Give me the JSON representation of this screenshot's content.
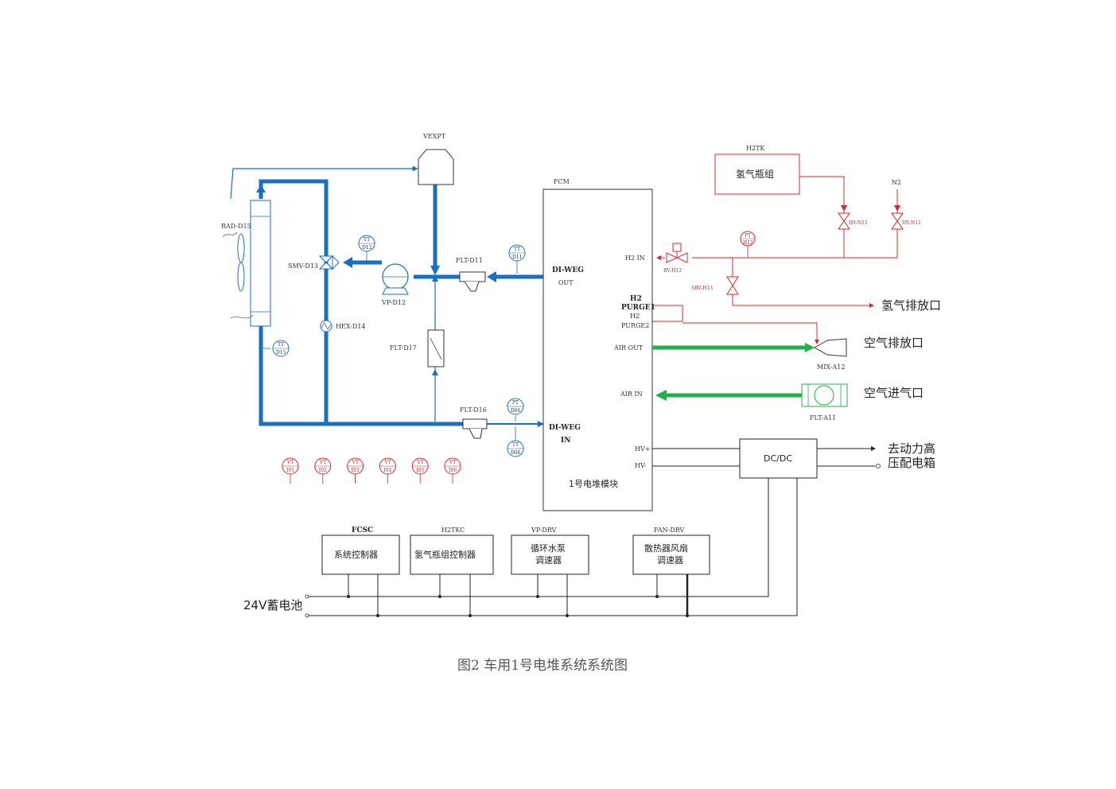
{
  "labels": {
    "vexpt": "VEXPT",
    "fcm": "FCM",
    "h2tk": "H2TK",
    "n2": "N2",
    "h2_bottles": "氢气瓶组",
    "rad": "RAD-D15",
    "smv": "SMV-D13",
    "hex": "HEX-D14",
    "vp": "VP-D12",
    "flt_d11": "FLT-D11",
    "flt_d17": "FLT-D17",
    "flt_d16": "FLT-D16",
    "di_out_1": "DI-WEG",
    "di_out_2": "OUT",
    "di_in_1": "DI-WEG",
    "di_in_2": "IN",
    "h2_in": "H2 IN",
    "h2_purge1_a": "H2",
    "h2_purge1_b": "PURGE1",
    "h2_purge2_a": "H2",
    "h2_purge2_b": "PURGE2",
    "air_out": "AIR OUT",
    "air_in": "AIR IN",
    "hv_plus": "HV+",
    "hv_minus": "HV-",
    "stack_module": "1号电堆模块",
    "bv_h12": "BV-H12",
    "srv_h13": "SRV-H13",
    "hv_n11": "HV-N11",
    "hv_n11b": "HV-N11",
    "mix_a12": "MIX-A12",
    "flt_a11": "FLT-A11",
    "h2_vent": "氢气排放口",
    "air_vent": "空气排放口",
    "air_intake": "空气进气口",
    "dcdc": "DC/DC",
    "power_box_1": "去动力高",
    "power_box_2": "压配电箱",
    "battery": "24V蓄电池",
    "fcsc": "FCSC",
    "h2tkc": "H2TKC",
    "vp_drv": "VP-DRV",
    "fan_drv": "FAN-DRV",
    "sys_ctrl": "系统控制器",
    "h2_ctrl": "氢气瓶组控制器",
    "pump_ctrl_1": "循环水泵",
    "pump_ctrl_2": "调速器",
    "fan_ctrl_1": "散热器风扇",
    "fan_ctrl_2": "调速器",
    "caption": "图2    车用1号电堆系统系统图"
  },
  "gauges": {
    "tt_d12": [
      "TT",
      "D12"
    ],
    "tt_d11": [
      "TT",
      "D11"
    ],
    "tt_d15": [
      "TT",
      "D15"
    ],
    "pt_d06": [
      "PT",
      "D06"
    ],
    "tt_d06": [
      "TT",
      "D06"
    ],
    "pt_h12": [
      "PT",
      "H12"
    ],
    "vt": [
      [
        "VT",
        "I01"
      ],
      [
        "VT",
        "I02"
      ],
      [
        "VT",
        "I03"
      ],
      [
        "VT",
        "I04"
      ],
      [
        "VT",
        "I05"
      ],
      [
        "VT",
        "I06"
      ]
    ]
  },
  "colors": {
    "coolant": "#1a6fc0",
    "hydrogen": "#d62828",
    "air": "#22b04a",
    "electric": "#222222"
  }
}
